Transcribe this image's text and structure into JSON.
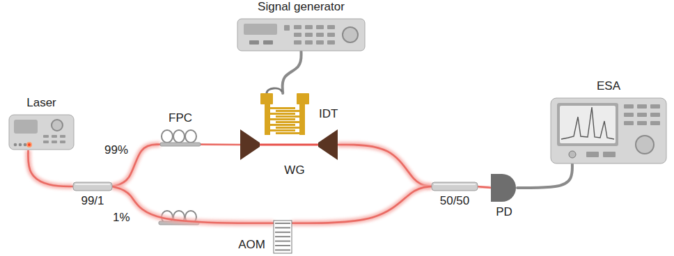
{
  "diagram": {
    "nodes": [
      {
        "text": [
          "Signal generator"
        ]
      },
      {
        "text": [
          "Laser"
        ]
      },
      {
        "text": [
          "FPC"
        ]
      },
      {
        "text": [
          "IDT"
        ]
      },
      {
        "text": [
          "ESA"
        ]
      },
      {
        "text": [
          "99/1"
        ]
      },
      {
        "text": [
          "WG"
        ]
      },
      {
        "text": [
          "50/50"
        ]
      },
      {
        "text": [
          "PD"
        ]
      },
      {
        "text": [
          "AOM"
        ]
      }
    ],
    "edges": [
      {
        "from": 1,
        "to": 5,
        "arrow": "none"
      },
      {
        "from": 5,
        "to": 2,
        "arrow": "none"
      },
      {
        "from": 2,
        "to": 6,
        "arrow": "none"
      },
      {
        "from": 6,
        "to": 7,
        "arrow": "none"
      },
      {
        "from": 5,
        "to": 9,
        "arrow": "none"
      },
      {
        "from": 9,
        "to": 7,
        "arrow": "none"
      },
      {
        "from": 7,
        "to": 8,
        "arrow": "none"
      },
      {
        "from": 8,
        "to": 4,
        "arrow": "none"
      },
      {
        "from": 0,
        "to": 3,
        "arrow": "none"
      }
    ],
    "labels": [
      "99%",
      "1%"
    ]
  }
}
